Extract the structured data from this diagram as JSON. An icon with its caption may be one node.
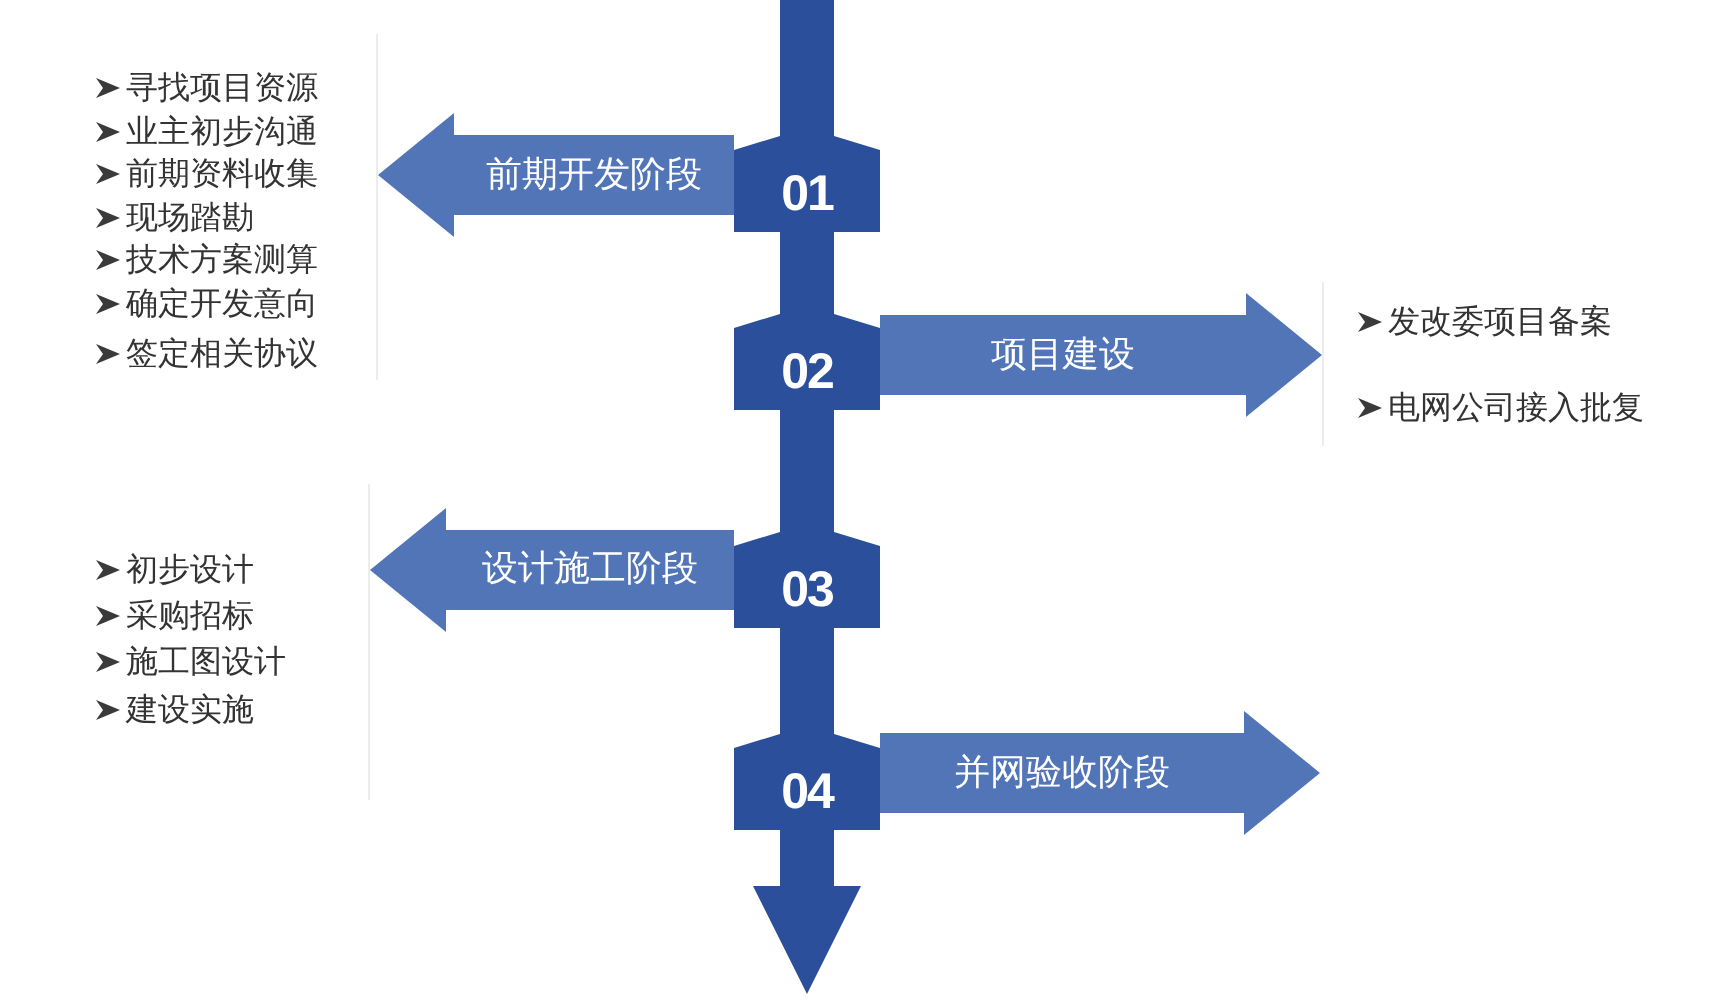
{
  "diagram": {
    "nodes": [
      {
        "text": [
          "01"
        ]
      },
      {
        "text": [
          "寻找项目资源",
          "业主初步沟通",
          "前期资料收集",
          "现场踏勘",
          "技术方案测算",
          "确定开发意向",
          "签定相关协议"
        ]
      },
      {
        "text": [
          "02"
        ]
      },
      {
        "text": [
          "发改委项目备案",
          "电网公司接入批复"
        ]
      },
      {
        "text": [
          "03"
        ]
      },
      {
        "text": [
          "初步设计",
          "采购招标",
          "施工图设计",
          "建设实施"
        ]
      },
      {
        "text": [
          "04"
        ]
      }
    ],
    "edges": [
      {
        "from": null,
        "to": 0,
        "arrow": "none"
      },
      {
        "from": 0,
        "to": 2,
        "arrow": "none"
      },
      {
        "from": 2,
        "to": 4,
        "arrow": "none"
      },
      {
        "from": 4,
        "to": 6,
        "arrow": "none"
      },
      {
        "from": 6,
        "to": null,
        "arrow": "to"
      },
      {
        "from": 0,
        "to": 1,
        "arrow": "to",
        "label": "前期开发阶段",
        "style": "thick",
        "color": "#5275b8"
      },
      {
        "from": 2,
        "to": 3,
        "arrow": "to",
        "label": "项目建设",
        "style": "thick",
        "color": "#5275b8"
      },
      {
        "from": 4,
        "to": 5,
        "arrow": "to",
        "label": "设计施工阶段",
        "style": "thick",
        "color": "#5275b8"
      },
      {
        "from": 6,
        "to": null,
        "arrow": "to",
        "label": "并网验收阶段",
        "style": "thick",
        "color": "#5275b8"
      }
    ]
  }
}
